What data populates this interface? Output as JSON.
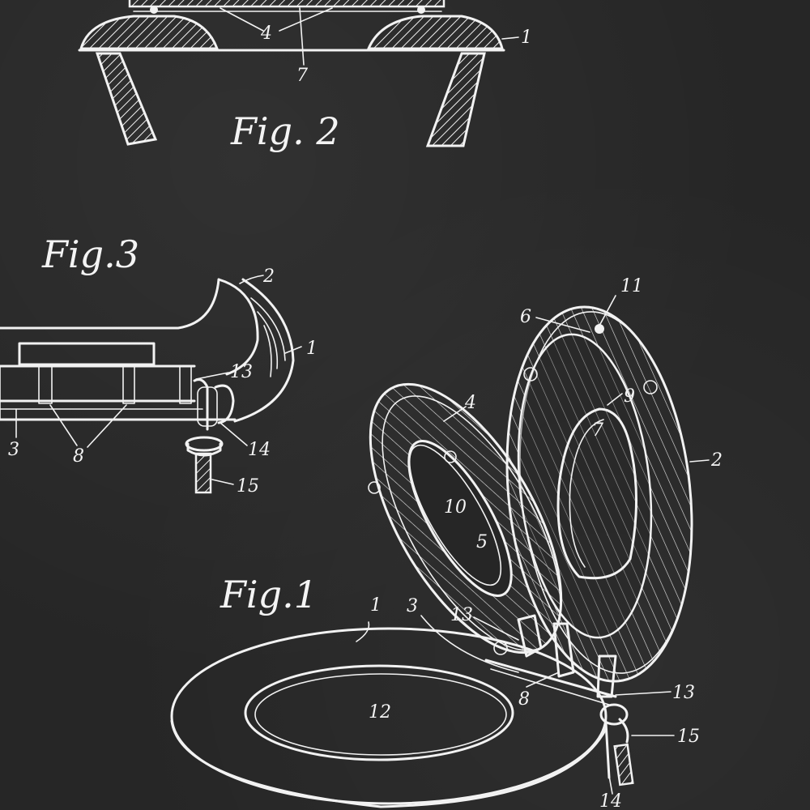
{
  "figures": {
    "fig1": "Fig.1",
    "fig2": "Fig. 2",
    "fig3": "Fig.3"
  },
  "fig2_refs": {
    "r4": "4",
    "r1": "1",
    "r7": "7"
  },
  "fig3_refs": {
    "r2": "2",
    "r1": "1",
    "r13": "13",
    "r3": "3",
    "r8": "8",
    "r14": "14",
    "r15": "15"
  },
  "fig1_refs": {
    "r11": "11",
    "r6": "6",
    "r4": "4",
    "r9": "9",
    "r7": "7",
    "r2": "2",
    "r10": "10",
    "r5": "5",
    "r1": "1",
    "r3": "3",
    "r13a": "13",
    "r8": "8",
    "r13b": "13",
    "r12": "12",
    "r15": "15",
    "r14": "14"
  },
  "colors": {
    "background": "#262626",
    "ink": "#f2f2f2"
  }
}
